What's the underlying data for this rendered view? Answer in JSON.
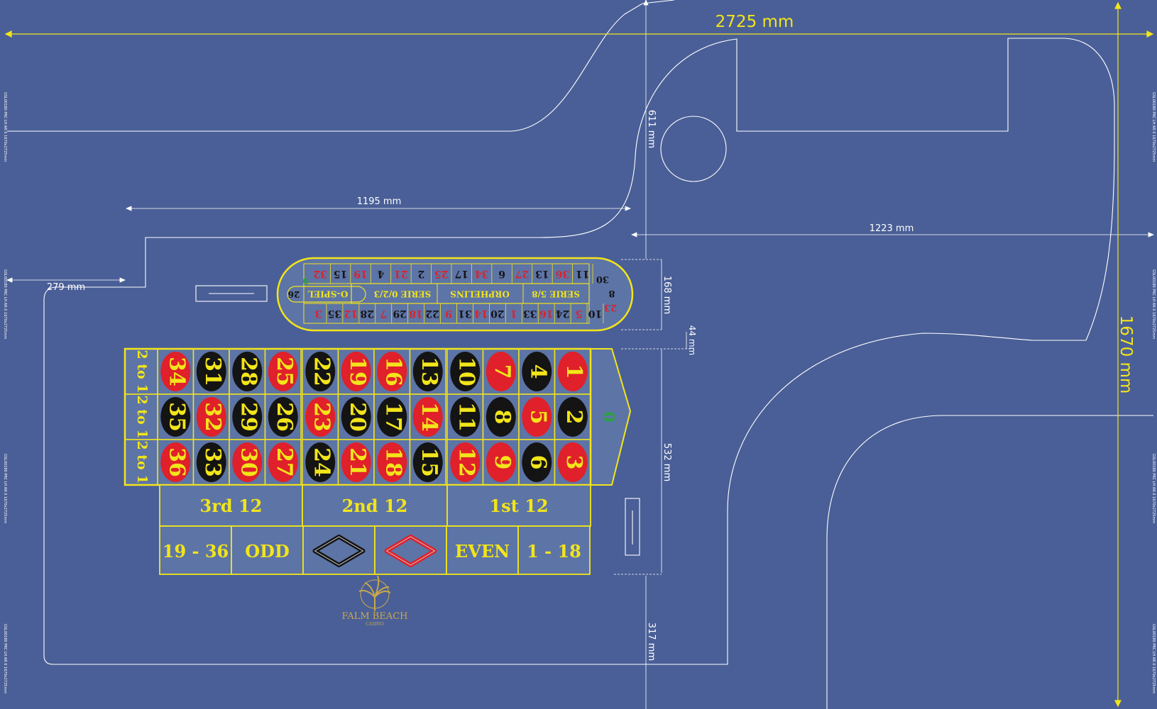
{
  "dimensions": {
    "total_width": "2725 mm",
    "total_height": "1670 mm",
    "dim_1195": "1195 mm",
    "dim_1223": "1223 mm",
    "dim_611": "611 mm",
    "dim_279": "279 mm",
    "dim_168": "168 mm",
    "dim_44": "44 mm",
    "dim_532": "532 mm",
    "dim_317": "317 mm"
  },
  "colors": {
    "background": "#4a5f97",
    "felt_cell": "#5d74a6",
    "outline_yellow": "#f2e51a",
    "red": "#e0202a",
    "black": "#141414",
    "green": "#2ea043",
    "white_line": "#ffffff"
  },
  "layout": {
    "rows": [
      [
        3,
        6,
        9,
        12,
        15,
        18,
        21,
        24,
        27,
        30,
        33,
        36
      ],
      [
        2,
        5,
        8,
        11,
        14,
        17,
        20,
        23,
        26,
        29,
        32,
        35
      ],
      [
        1,
        4,
        7,
        10,
        13,
        16,
        19,
        22,
        25,
        28,
        31,
        34
      ]
    ],
    "red_numbers": [
      1,
      3,
      5,
      7,
      9,
      12,
      14,
      16,
      18,
      19,
      21,
      23,
      25,
      27,
      30,
      32,
      34,
      36
    ],
    "zero": "0",
    "column_bet_label": "2 to 1",
    "dozens": [
      "1st 12",
      "2nd 12",
      "3rd 12"
    ],
    "outside_bets": [
      "1 - 18",
      "EVEN",
      "red-diamond-icon",
      "black-diamond-icon",
      "ODD",
      "19 - 36"
    ]
  },
  "racetrack": {
    "sections": [
      "SERIE 5/8",
      "ORPHELINS",
      "SERIE 0/2/3",
      "O-SPIEL"
    ],
    "top_row": [
      "11",
      "36",
      "13",
      "27",
      "6",
      "34",
      "17",
      "25",
      "2",
      "21",
      "4",
      "19",
      "15",
      "32"
    ],
    "bottom_row": [
      "10",
      "5",
      "24",
      "16",
      "33",
      "1",
      "20",
      "14",
      "31",
      "9",
      "22",
      "18",
      "29",
      "7",
      "28",
      "12",
      "35",
      "3"
    ],
    "right_end": [
      "30",
      "8",
      "23"
    ],
    "left_end": [
      "0",
      "26"
    ]
  },
  "logo": {
    "name": "FALM BEACH",
    "sub": "CASINO"
  },
  "edge_text": "GSL00180 PRC LH AR 0 1670x2725mm"
}
